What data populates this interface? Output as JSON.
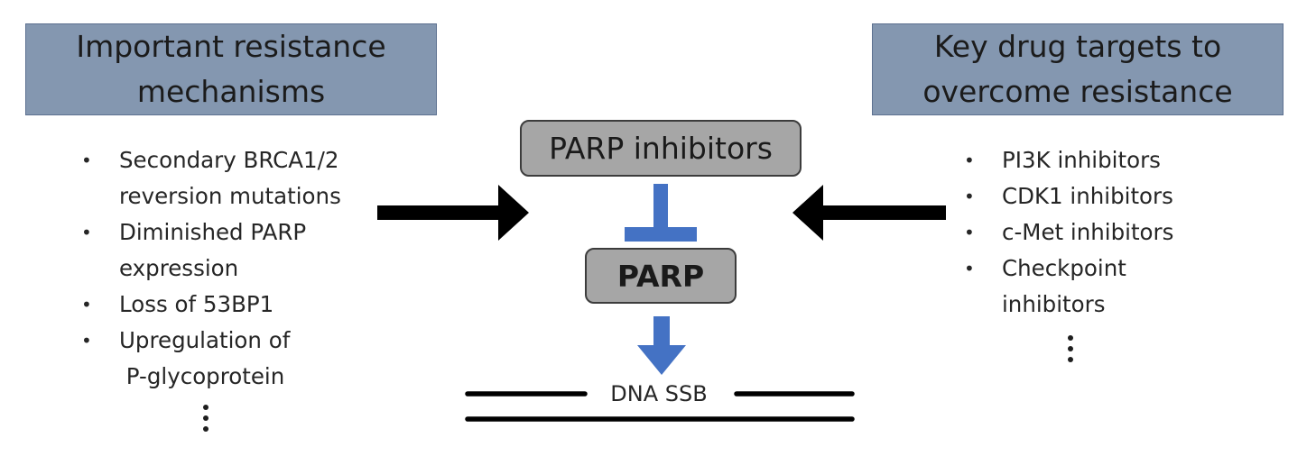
{
  "left_header": {
    "line1": "Important resistance",
    "line2": "mechanisms"
  },
  "right_header": {
    "line1": "Key drug targets to",
    "line2": "overcome resistance"
  },
  "resistance_mechanisms": [
    {
      "line1": "Secondary BRCA1/2",
      "line2": "reversion mutations"
    },
    {
      "line1": "Diminished PARP",
      "line2": "expression"
    },
    {
      "line1": "Loss of 53BP1",
      "line2": ""
    },
    {
      "line1": "Upregulation of",
      "line2": " P-glycoprotein"
    }
  ],
  "drug_targets": [
    {
      "line1": "PI3K inhibitors",
      "line2": ""
    },
    {
      "line1": "CDK1 inhibitors",
      "line2": ""
    },
    {
      "line1": "c-Met inhibitors",
      "line2": ""
    },
    {
      "line1": "Checkpoint",
      "line2": "inhibitors"
    }
  ],
  "center": {
    "parp_inhibitors": "PARP inhibitors",
    "parp": "PARP",
    "dna_ssb": "DNA SSB"
  },
  "colors": {
    "header_fill": "#8497b0",
    "box_fill": "#a6a6a6",
    "blue_accent": "#4472c4",
    "arrow_black": "#000000"
  }
}
